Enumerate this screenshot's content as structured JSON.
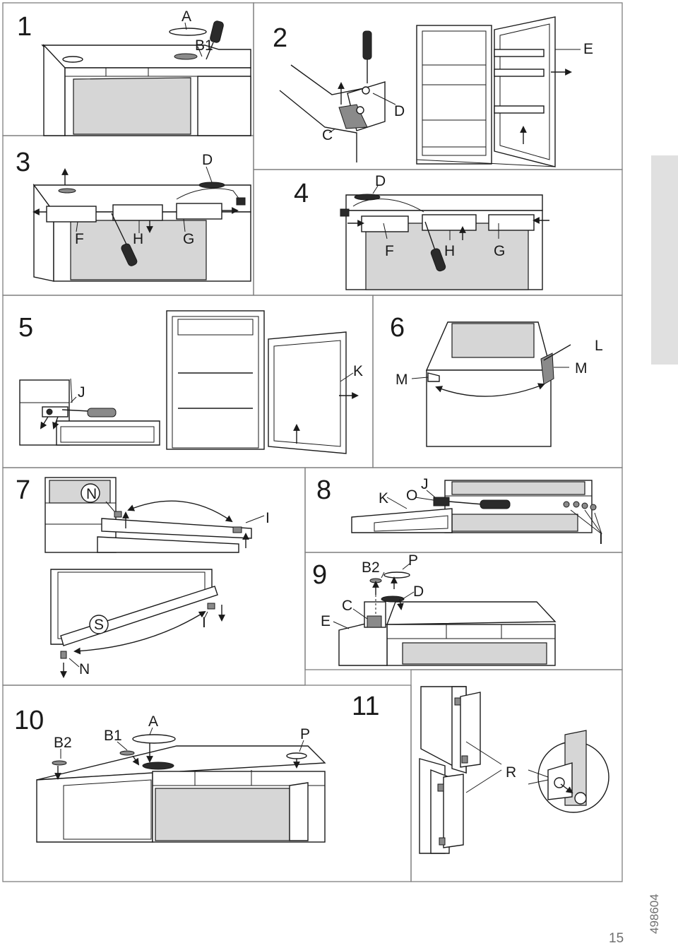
{
  "panels": [
    {
      "number": "1",
      "labels": [
        "A",
        "B1"
      ]
    },
    {
      "number": "2",
      "labels": [
        "C",
        "D",
        "E"
      ]
    },
    {
      "number": "3",
      "labels": [
        "D",
        "F",
        "H",
        "G"
      ]
    },
    {
      "number": "4",
      "labels": [
        "D",
        "F",
        "H",
        "G"
      ]
    },
    {
      "number": "5",
      "labels": [
        "J",
        "K"
      ]
    },
    {
      "number": "6",
      "labels": [
        "M",
        "L",
        "M"
      ]
    },
    {
      "number": "7",
      "labels": [
        "N",
        "I",
        "S",
        "I",
        "N"
      ]
    },
    {
      "number": "8",
      "labels": [
        "K",
        "O",
        "J",
        "I"
      ]
    },
    {
      "number": "9",
      "labels": [
        "B2",
        "P",
        "D",
        "C",
        "E"
      ]
    },
    {
      "number": "10",
      "labels": [
        "B2",
        "B1",
        "A",
        "P"
      ]
    },
    {
      "number": "11",
      "labels": [
        "R"
      ]
    }
  ],
  "document_code": "498604",
  "page_number": "15",
  "colors": {
    "line": "#1a1a1a",
    "shade": "#d6d6d6",
    "frame": "#7f7f7f",
    "side_tab": "#e0e0e0"
  }
}
